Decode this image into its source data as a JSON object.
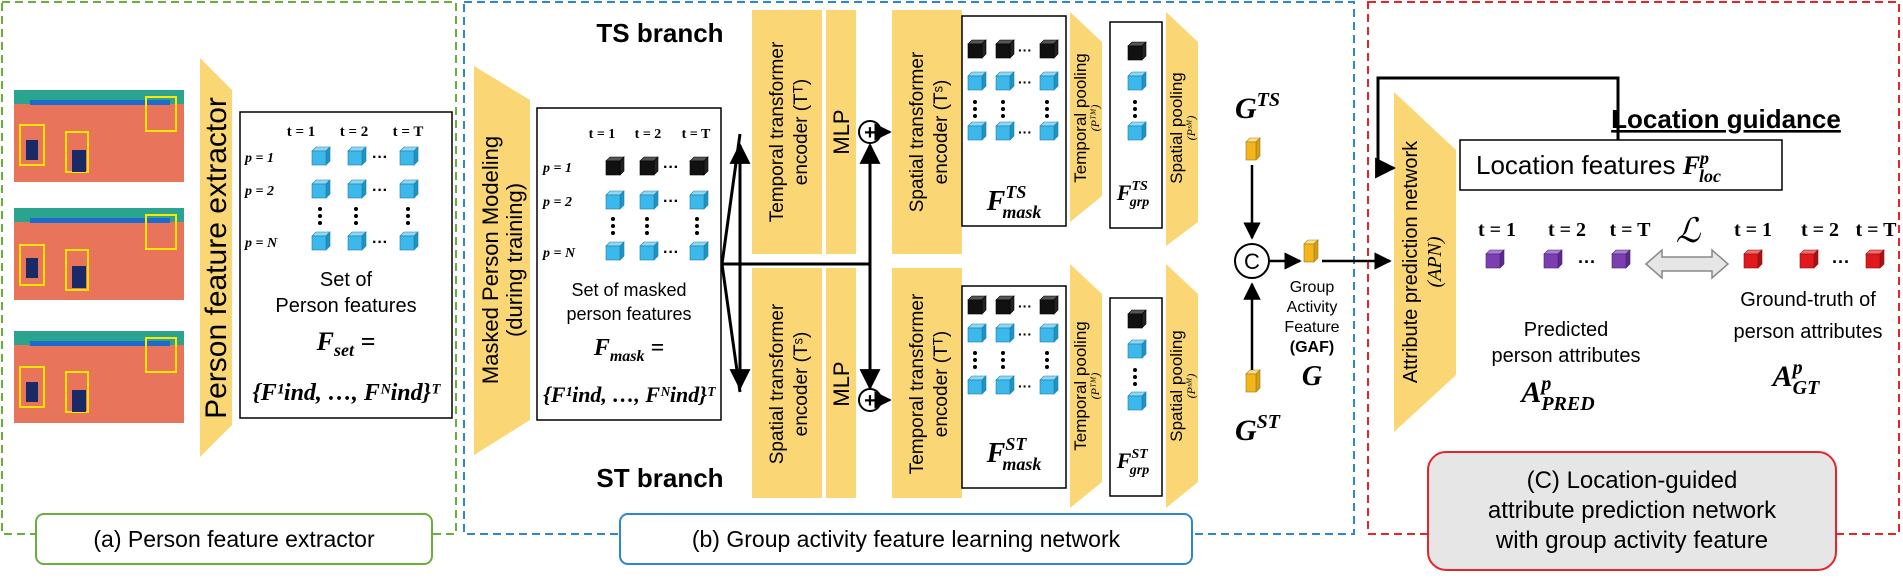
{
  "sections": {
    "a_label": "(a) Person feature extractor",
    "b_label": "(b) Group activity feature learning network",
    "c_label_line1": "(C) Location-guided",
    "c_label_line2": "attribute prediction network",
    "c_label_line3": "with group activity feature"
  },
  "extractor": {
    "label": "Person feature extractor",
    "matrix_t_labels": [
      "t = 1",
      "t = 2",
      "t = T"
    ],
    "matrix_p_labels": [
      "p = 1",
      "p = 2",
      "p = N"
    ],
    "caption_line1": "Set of",
    "caption_line2": "Person features",
    "formula_lhs": "F",
    "formula_lhs_sub": "set",
    "formula_rhs": "{F¹ind, …, Fᴺind}ᵀ"
  },
  "masked": {
    "label_line1": "Masked Person Modeling",
    "label_line2": "(during training)",
    "matrix_t_labels": [
      "t = 1",
      "t = 2",
      "t = T"
    ],
    "matrix_p_labels": [
      "p = 1",
      "p = 2",
      "p = N"
    ],
    "caption_line1": "Set of masked",
    "caption_line2": "person features",
    "formula_lhs": "F",
    "formula_lhs_sub": "mask",
    "formula_rhs": "{F¹ind, …, Fᴺind}ᵀ"
  },
  "ts_branch": {
    "title": "TS branch",
    "encoder1_line1": "Temporal transformer",
    "encoder1_line2": "encoder (Tᵀ)",
    "mlp": "MLP",
    "encoder2_line1": "Spatial transformer",
    "encoder2_line2": "encoder (Tˢ)",
    "feature_label": "F",
    "feature_sup": "TS",
    "feature_sub": "mask",
    "pool1_line1": "Temporal pooling",
    "pool1_line2": "(Pᵀᴹ)",
    "grp_label": "F",
    "grp_sup": "TS",
    "grp_sub": "grp",
    "pool2_line1": "Spatial pooling",
    "pool2_line2": "(Pˢᴹ)",
    "output": "G",
    "output_sup": "TS"
  },
  "st_branch": {
    "title": "ST branch",
    "encoder1_line1": "Spatial transformer",
    "encoder1_line2": "encoder (Tˢ)",
    "mlp": "MLP",
    "encoder2_line1": "Temporal transformer",
    "encoder2_line2": "encoder (Tᵀ)",
    "feature_label": "F",
    "feature_sup": "ST",
    "feature_sub": "mask",
    "pool1_line1": "Temporal pooling",
    "pool1_line2": "(Pᵀᴹ)",
    "grp_label": "F",
    "grp_sup": "ST",
    "grp_sub": "grp",
    "pool2_line1": "Spatial pooling",
    "pool2_line2": "(Pˢᴹ)",
    "output": "G",
    "output_sup": "ST"
  },
  "gaf": {
    "concat_symbol": "C",
    "plus_symbol": "+",
    "line1": "Group",
    "line2": "Activity",
    "line3": "Feature",
    "line4": "(GAF)",
    "symbol": "G"
  },
  "apn": {
    "label_line1": "Attribute prediction network",
    "label_line2": "(APN)",
    "location_guidance": "Location guidance",
    "loc_features_text": "Location features ",
    "loc_symbol": "F",
    "loc_sup": "p",
    "loc_sub": "loc",
    "t_labels": [
      "t = 1",
      "t = 2",
      "t = T"
    ],
    "pred_caption_line1": "Predicted",
    "pred_caption_line2": "person attributes",
    "pred_symbol": "A",
    "pred_sup": "p",
    "pred_sub": "PRED",
    "gt_caption_line1": "Ground-truth of",
    "gt_caption_line2": "person attributes",
    "gt_symbol": "A",
    "gt_sup": "p",
    "gt_sub": "GT",
    "loss_symbol": "ℒ",
    "ellipsis": "···"
  },
  "colors": {
    "yellow": "#FAD774",
    "cube_blue": "#3DB8EA",
    "cube_black": "#111111",
    "purple": "#7B3FB0",
    "red": "#E0191C",
    "green_border": "#6AAF3D",
    "blue_border": "#2E86D1",
    "red_border": "#E8232A",
    "court": "#E9745C"
  }
}
